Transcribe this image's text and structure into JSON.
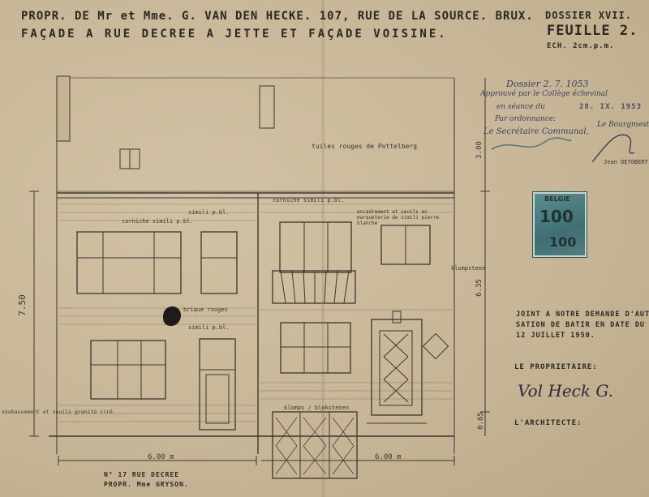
{
  "header": {
    "line1": "PROPR. DE Mr et Mme. G. VAN DEN HECKE. 107, RUE DE LA SOURCE. BRUX.",
    "line2": "FAÇADE A RUE DECREE A JETTE ET FAÇADE VOISINE."
  },
  "dossier": {
    "label": "DOSSIER XVII.",
    "sheet": "FEUILLE 2.",
    "scale": "ECH. 2cm.p.m."
  },
  "drawing_labels": {
    "roof": "tuiles rouges de Pottelberg",
    "cornice_left": "corniche simili p.bl.",
    "cornice_right": "corniche simili p.bl.",
    "simili_top": "simili p.bl.",
    "brick": "brique rouges",
    "simili_mid": "simili p.bl.",
    "window_note": "encadrement et seuils en marqueterie de simili pierre blanche",
    "sill": "klompsteen",
    "base": "soubassement et seuils granito ciré",
    "ground": "klomps / blokstenen",
    "height_total": "7.50",
    "height_right": "6.35",
    "height_top": "3.00",
    "height_base": "0.65",
    "width_left": "6.00 m",
    "width_right": "6.00 m"
  },
  "neighbour_note": {
    "line1": "N° 17 RUE DECREE",
    "line2": "PROPR. Mme GRYSON."
  },
  "approval_stamp": {
    "line1": "Dossier 2. 7. 1053",
    "line2": "Approuvé par le Collège échevinal",
    "line3": "en séance du",
    "date": "28. IX. 1953",
    "line4": "Par ordonnance:",
    "line5": "Le Secrétaire Communal,",
    "line6": "Le Bourgmestre,",
    "sign_name": "Jean DETOBERT"
  },
  "tax_stamp": {
    "top": "BELGIE",
    "value": "100",
    "bottom": "100"
  },
  "conformity_note": {
    "line1": "JOINT A NOTRE DEMANDE D'AUTORI-",
    "line2": "SATION DE BATIR EN DATE DU",
    "line3": "12 JUILLET 1950."
  },
  "owner": {
    "label": "LE PROPRIETAIRE:",
    "signature": "Vol Heck G."
  },
  "architect": {
    "label": "L'ARCHITECTE:"
  }
}
